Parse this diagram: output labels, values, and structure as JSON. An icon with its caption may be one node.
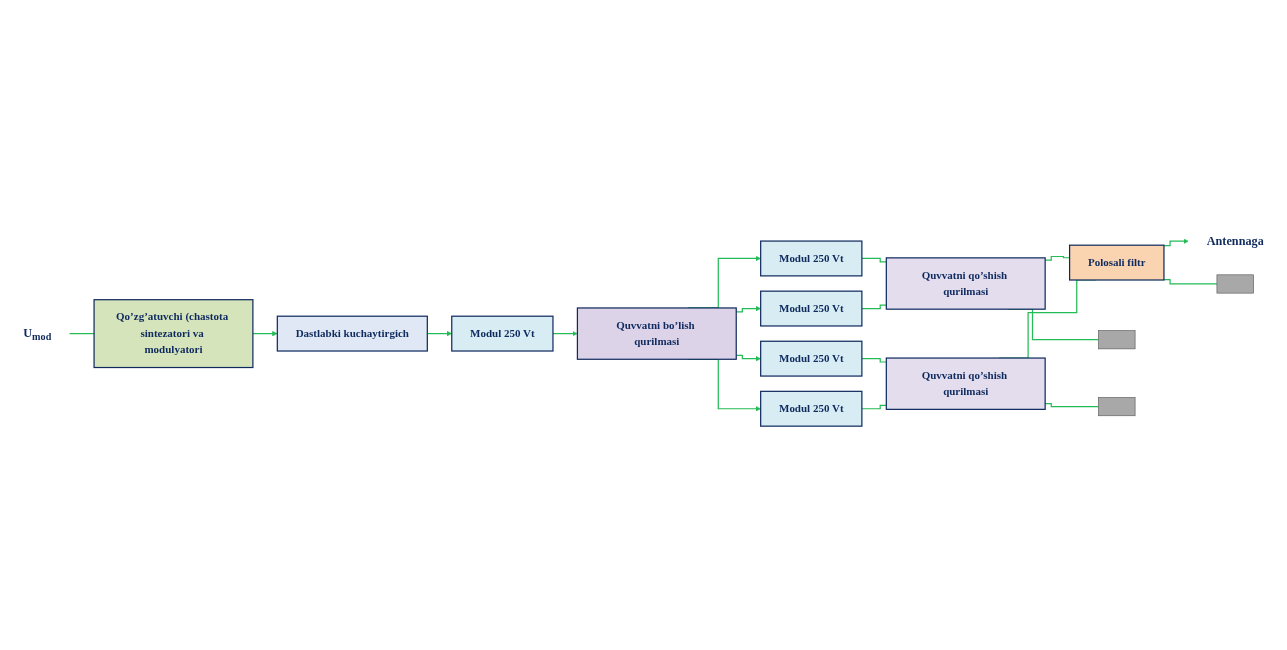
{
  "diagram": {
    "nodes": [
      {
        "text": [
          "Dastlabki kuchaytirgich"
        ]
      },
      {
        "text": [
          "Qo’zg’atuvchi (chastota sintezatori va modulyatori"
        ]
      },
      {
        "text": [
          "U$_{mod}$"
        ]
      },
      {
        "text": [
          "Modul 250 Vt"
        ]
      },
      {
        "text": [
          "Quvvatni bo’lish qurilmasi"
        ]
      },
      {
        "text": [
          "Modul 250 Vt"
        ]
      },
      {
        "text": [
          "Modul 250 Vt"
        ]
      },
      {
        "text": [
          "Modul 250 Vt"
        ]
      },
      {
        "text": [
          "Modul 250 Vt"
        ]
      },
      {
        "text": [
          "Quvvatni qo’shish qurilmasi"
        ]
      },
      {
        "text": [
          "Quvvatni qo’shish qurilmasi"
        ]
      },
      {
        "text": [
          "Polosali filtr"
        ]
      },
      {
        "text": [
          "Antennaga"
        ]
      },
      {
        "text": [],
        "shape": "box"
      },
      {
        "text": [],
        "shape": "box"
      },
      {
        "text": [],
        "shape": "box"
      }
    ],
    "edges": [
      {
        "from": 2,
        "to": 1,
        "arrow": "none"
      },
      {
        "from": 1,
        "to": 0,
        "arrow": "to"
      },
      {
        "from": 0,
        "to": 3,
        "arrow": "to"
      },
      {
        "from": 3,
        "to": 4,
        "arrow": "to"
      },
      {
        "from": 4,
        "to": 5,
        "arrow": "to"
      },
      {
        "from": 4,
        "to": 6,
        "arrow": "to"
      },
      {
        "from": 4,
        "to": 7,
        "arrow": "to"
      },
      {
        "from": 4,
        "to": 8,
        "arrow": "to"
      },
      {
        "from": 5,
        "to": 9,
        "arrow": "none"
      },
      {
        "from": 6,
        "to": 9,
        "arrow": "none"
      },
      {
        "from": 7,
        "to": 10,
        "arrow": "none"
      },
      {
        "from": 8,
        "to": 10,
        "arrow": "none"
      },
      {
        "from": 9,
        "to": 11,
        "arrow": "none"
      },
      {
        "from": 10,
        "to": 11,
        "arrow": "none"
      },
      {
        "from": 11,
        "to": 12,
        "arrow": "to"
      },
      {
        "from": 9,
        "to": 13,
        "arrow": "none"
      },
      {
        "from": 11,
        "to": 14,
        "arrow": "none"
      },
      {
        "from": 10,
        "to": 15,
        "arrow": "none"
      }
    ]
  }
}
